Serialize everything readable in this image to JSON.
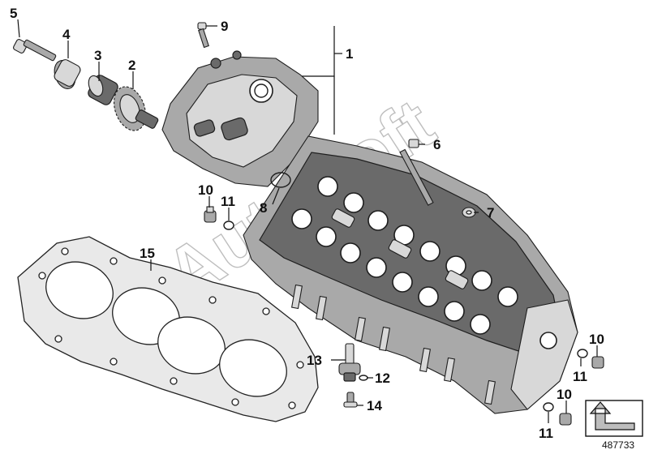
{
  "diagram": {
    "reference_number": "487733",
    "watermark": "AutoSoft",
    "callouts": {
      "head_assembly": "1",
      "gear": "2",
      "bearing_bush": "3",
      "thrust_washer": "4",
      "bolt_upper_left": "5",
      "stud_bolt": "6",
      "washer_7": "7",
      "pin_8": "8",
      "screw_9": "9",
      "plug_10_left": "10",
      "seal_ring_11_left": "11",
      "plug_10_right_upper": "10",
      "seal_ring_11_right_upper": "11",
      "plug_10_right_lower": "10",
      "seal_ring_11_right_lower": "11",
      "sensor_13": "13",
      "seal_12": "12",
      "screw_14": "14",
      "head_gasket_15": "15"
    }
  }
}
